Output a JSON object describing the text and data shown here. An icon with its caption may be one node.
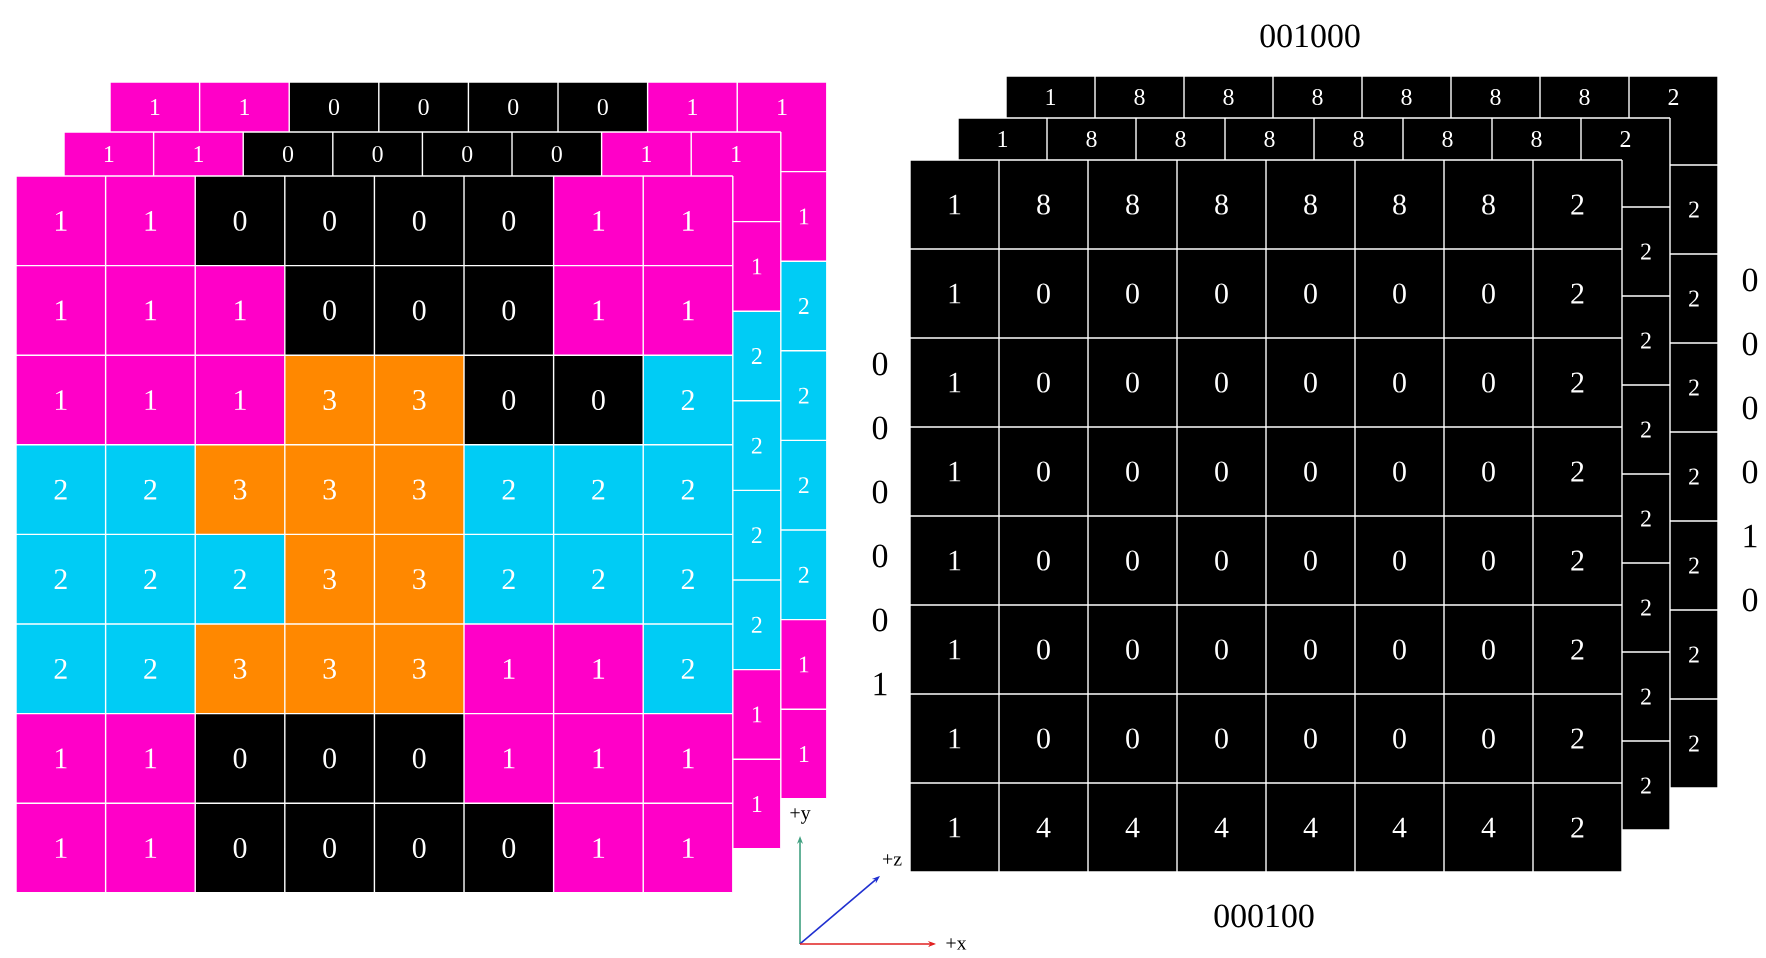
{
  "diagram": {
    "labels": [
      "001000",
      "1",
      "1",
      "0",
      "0",
      "0",
      "0",
      "1",
      "1",
      "1",
      "2",
      "2",
      "2",
      "2",
      "1",
      "1",
      "1",
      "1",
      "0",
      "0",
      "0",
      "0",
      "1",
      "1",
      "1",
      "2",
      "2",
      "2",
      "2",
      "1",
      "1",
      "1",
      "1",
      "0",
      "0",
      "0",
      "0",
      "1",
      "1",
      "1",
      "1",
      "1",
      "0",
      "0",
      "0",
      "1",
      "1",
      "1",
      "1",
      "1",
      "3",
      "3",
      "0",
      "0",
      "2",
      "2",
      "2",
      "3",
      "3",
      "3",
      "2",
      "2",
      "2",
      "2",
      "2",
      "2",
      "3",
      "3",
      "2",
      "2",
      "2",
      "2",
      "2",
      "3",
      "3",
      "3",
      "1",
      "1",
      "2",
      "1",
      "1",
      "0",
      "0",
      "0",
      "1",
      "1",
      "1",
      "1",
      "1",
      "0",
      "0",
      "0",
      "0",
      "1",
      "1",
      "0",
      "0",
      "0",
      "0",
      "0",
      "1",
      "1",
      "8",
      "8",
      "8",
      "8",
      "8",
      "8",
      "2",
      "2",
      "2",
      "2",
      "2",
      "2",
      "2",
      "2",
      "1",
      "8",
      "8",
      "8",
      "8",
      "8",
      "8",
      "2",
      "2",
      "2",
      "2",
      "2",
      "2",
      "2",
      "2",
      "1",
      "8",
      "8",
      "8",
      "8",
      "8",
      "8",
      "2",
      "1",
      "0",
      "0",
      "0",
      "0",
      "0",
      "0",
      "2",
      "1",
      "0",
      "0",
      "0",
      "0",
      "0",
      "0",
      "2",
      "1",
      "0",
      "0",
      "0",
      "0",
      "0",
      "0",
      "2",
      "1",
      "0",
      "0",
      "0",
      "0",
      "0",
      "0",
      "2",
      "1",
      "0",
      "0",
      "0",
      "0",
      "0",
      "0",
      "2",
      "1",
      "0",
      "0",
      "0",
      "0",
      "0",
      "0",
      "2",
      "1",
      "4",
      "4",
      "4",
      "4",
      "4",
      "4",
      "2",
      "0",
      "0",
      "0",
      "0",
      "1",
      "0",
      "000100",
      "+y",
      "+z",
      "+x"
    ]
  }
}
